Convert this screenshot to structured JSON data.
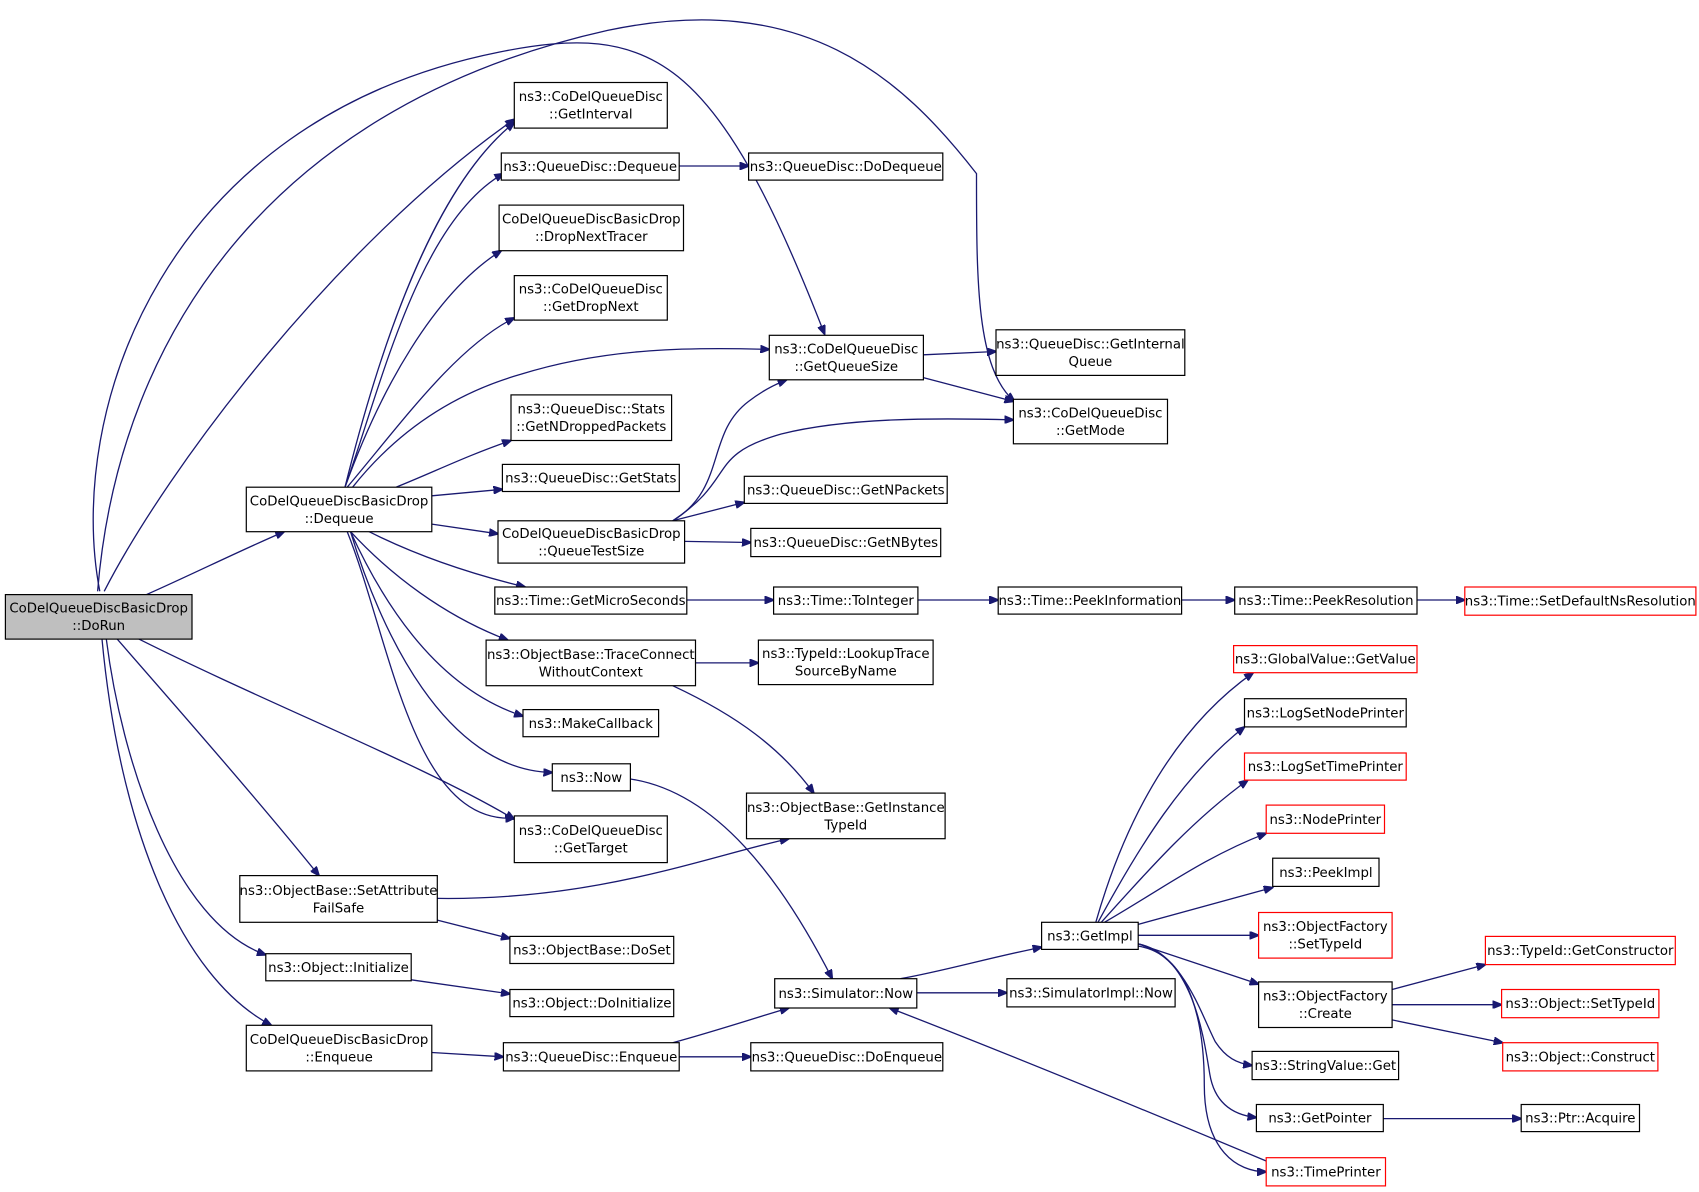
{
  "graph": {
    "title": "",
    "nodes": [
      {
        "id": "dorun",
        "lines": [
          "CoDelQueueDiscBasicDrop",
          "::DoRun"
        ],
        "style": "root"
      },
      {
        "id": "getinterval",
        "lines": [
          "ns3::CoDelQueueDisc",
          "::GetInterval"
        ],
        "style": "normal"
      },
      {
        "id": "qd_dequeue",
        "lines": [
          "ns3::QueueDisc::Dequeue"
        ],
        "style": "normal"
      },
      {
        "id": "qd_dodequeue",
        "lines": [
          "ns3::QueueDisc::DoDequeue"
        ],
        "style": "normal"
      },
      {
        "id": "dropnexttracer",
        "lines": [
          "CoDelQueueDiscBasicDrop",
          "::DropNextTracer"
        ],
        "style": "normal"
      },
      {
        "id": "getdropnext",
        "lines": [
          "ns3::CoDelQueueDisc",
          "::GetDropNext"
        ],
        "style": "normal"
      },
      {
        "id": "getqueuesize",
        "lines": [
          "ns3::CoDelQueueDisc",
          "::GetQueueSize"
        ],
        "style": "normal"
      },
      {
        "id": "getinternalqueue",
        "lines": [
          "ns3::QueueDisc::GetInternal",
          "Queue"
        ],
        "style": "normal"
      },
      {
        "id": "getmode",
        "lines": [
          "ns3::CoDelQueueDisc",
          "::GetMode"
        ],
        "style": "normal"
      },
      {
        "id": "getndropped",
        "lines": [
          "ns3::QueueDisc::Stats",
          "::GetNDroppedPackets"
        ],
        "style": "normal"
      },
      {
        "id": "getstats",
        "lines": [
          "ns3::QueueDisc::GetStats"
        ],
        "style": "normal"
      },
      {
        "id": "bd_dequeue",
        "lines": [
          "CoDelQueueDiscBasicDrop",
          "::Dequeue"
        ],
        "style": "normal"
      },
      {
        "id": "getnpackets",
        "lines": [
          "ns3::QueueDisc::GetNPackets"
        ],
        "style": "normal"
      },
      {
        "id": "queuetestsize",
        "lines": [
          "CoDelQueueDiscBasicDrop",
          "::QueueTestSize"
        ],
        "style": "normal"
      },
      {
        "id": "getnbytes",
        "lines": [
          "ns3::QueueDisc::GetNBytes"
        ],
        "style": "normal"
      },
      {
        "id": "getmicroseconds",
        "lines": [
          "ns3::Time::GetMicroSeconds"
        ],
        "style": "normal"
      },
      {
        "id": "tointeger",
        "lines": [
          "ns3::Time::ToInteger"
        ],
        "style": "normal"
      },
      {
        "id": "peekinformation",
        "lines": [
          "ns3::Time::PeekInformation"
        ],
        "style": "normal"
      },
      {
        "id": "peekresolution",
        "lines": [
          "ns3::Time::PeekResolution"
        ],
        "style": "normal"
      },
      {
        "id": "setdefaultns",
        "lines": [
          "ns3::Time::SetDefaultNsResolution"
        ],
        "style": "red"
      },
      {
        "id": "traceconnect",
        "lines": [
          "ns3::ObjectBase::TraceConnect",
          "WithoutContext"
        ],
        "style": "normal"
      },
      {
        "id": "lookuptrace",
        "lines": [
          "ns3::TypeId::LookupTrace",
          "SourceByName"
        ],
        "style": "normal"
      },
      {
        "id": "getvalue",
        "lines": [
          "ns3::GlobalValue::GetValue"
        ],
        "style": "red"
      },
      {
        "id": "logsetnode",
        "lines": [
          "ns3::LogSetNodePrinter"
        ],
        "style": "normal"
      },
      {
        "id": "makecallback",
        "lines": [
          "ns3::MakeCallback"
        ],
        "style": "normal"
      },
      {
        "id": "logsettime",
        "lines": [
          "ns3::LogSetTimePrinter"
        ],
        "style": "red"
      },
      {
        "id": "now",
        "lines": [
          "ns3::Now"
        ],
        "style": "normal"
      },
      {
        "id": "getinstancetypeid",
        "lines": [
          "ns3::ObjectBase::GetInstance",
          "TypeId"
        ],
        "style": "normal"
      },
      {
        "id": "nodeprinter",
        "lines": [
          "ns3::NodePrinter"
        ],
        "style": "red"
      },
      {
        "id": "gettarget",
        "lines": [
          "ns3::CoDelQueueDisc",
          "::GetTarget"
        ],
        "style": "normal"
      },
      {
        "id": "peekimpl",
        "lines": [
          "ns3::PeekImpl"
        ],
        "style": "normal"
      },
      {
        "id": "setattribute",
        "lines": [
          "ns3::ObjectBase::SetAttribute",
          "FailSafe"
        ],
        "style": "normal"
      },
      {
        "id": "getimpl",
        "lines": [
          "ns3::GetImpl"
        ],
        "style": "normal"
      },
      {
        "id": "of_settypeid",
        "lines": [
          "ns3::ObjectFactory",
          "::SetTypeId"
        ],
        "style": "red"
      },
      {
        "id": "doset",
        "lines": [
          "ns3::ObjectBase::DoSet"
        ],
        "style": "normal"
      },
      {
        "id": "getconstructor",
        "lines": [
          "ns3::TypeId::GetConstructor"
        ],
        "style": "red"
      },
      {
        "id": "initialize",
        "lines": [
          "ns3::Object::Initialize"
        ],
        "style": "normal"
      },
      {
        "id": "simnow",
        "lines": [
          "ns3::Simulator::Now"
        ],
        "style": "normal"
      },
      {
        "id": "simimplnow",
        "lines": [
          "ns3::SimulatorImpl::Now"
        ],
        "style": "normal"
      },
      {
        "id": "of_create",
        "lines": [
          "ns3::ObjectFactory",
          "::Create"
        ],
        "style": "normal"
      },
      {
        "id": "o_settypeid",
        "lines": [
          "ns3::Object::SetTypeId"
        ],
        "style": "red"
      },
      {
        "id": "doinitialize",
        "lines": [
          "ns3::Object::DoInitialize"
        ],
        "style": "normal"
      },
      {
        "id": "bd_enqueue",
        "lines": [
          "CoDelQueueDiscBasicDrop",
          "::Enqueue"
        ],
        "style": "normal"
      },
      {
        "id": "qd_enqueue",
        "lines": [
          "ns3::QueueDisc::Enqueue"
        ],
        "style": "normal"
      },
      {
        "id": "qd_doenqueue",
        "lines": [
          "ns3::QueueDisc::DoEnqueue"
        ],
        "style": "normal"
      },
      {
        "id": "construct",
        "lines": [
          "ns3::Object::Construct"
        ],
        "style": "red"
      },
      {
        "id": "stringget",
        "lines": [
          "ns3::StringValue::Get"
        ],
        "style": "normal"
      },
      {
        "id": "getpointer",
        "lines": [
          "ns3::GetPointer"
        ],
        "style": "normal"
      },
      {
        "id": "ptracquire",
        "lines": [
          "ns3::Ptr::Acquire"
        ],
        "style": "normal"
      },
      {
        "id": "timeprinter",
        "lines": [
          "ns3::TimePrinter"
        ],
        "style": "red"
      }
    ]
  }
}
